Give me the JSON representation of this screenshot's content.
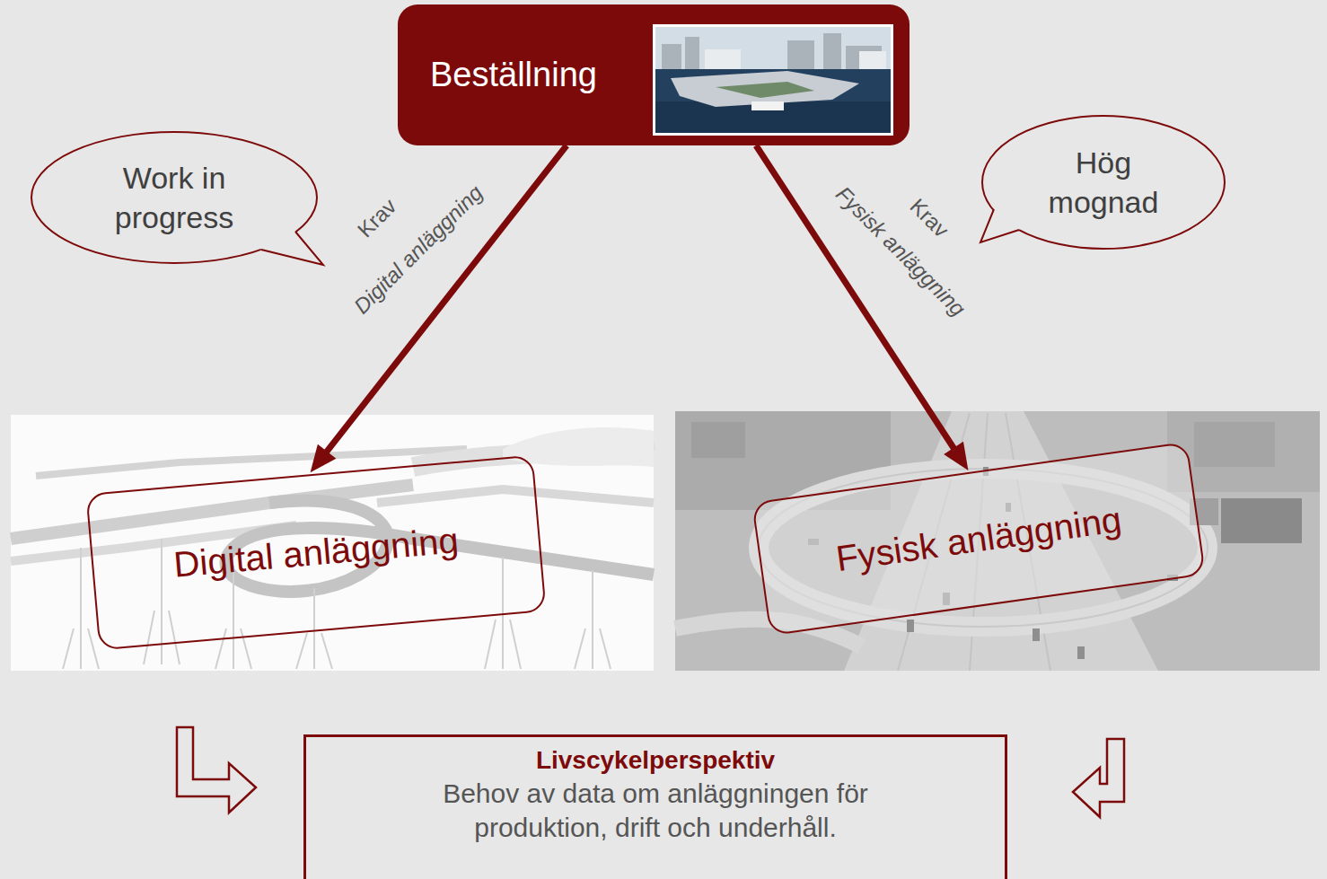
{
  "diagram": {
    "nodes": [
      {
        "text": [
          "Beställning"
        ]
      },
      {
        "text": [
          "Work in progress"
        ]
      },
      {
        "text": [
          "Hög mognad"
        ]
      },
      {
        "text": [
          "Digital anläggning"
        ]
      },
      {
        "text": [
          "Fysisk anläggning"
        ]
      },
      {
        "text": [
          "Livscykelperspektiv",
          "Behov av data om anläggningen för produktion, drift och underhåll."
        ]
      }
    ],
    "edges": [
      {
        "from": 0,
        "to": 3,
        "arrow": "to",
        "label": "Krav"
      },
      {
        "from": 0,
        "to": 4,
        "arrow": "to",
        "label": "Krav"
      }
    ],
    "labels": [
      "Digital anläggning",
      "Fysisk anläggning"
    ]
  }
}
